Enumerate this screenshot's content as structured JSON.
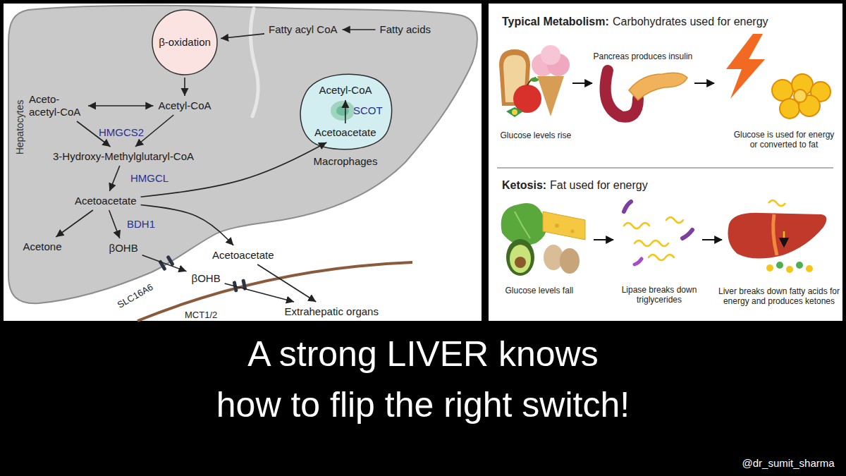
{
  "diagram": {
    "caption": "A strong LIVER knows how to flip the right switch!",
    "nodes": [
      {
        "text": [
          "Fatty acids"
        ]
      },
      {
        "text": [
          "Fatty acyl CoA"
        ]
      },
      {
        "text": [
          "β-oxidation"
        ]
      },
      {
        "text": [
          "Acetyl-CoA"
        ]
      },
      {
        "text": [
          "Aceto- acetyl-CoA"
        ]
      },
      {
        "text": [
          "3-Hydroxy-Methylglutaryl-CoA"
        ]
      },
      {
        "text": [
          "Acetoacetate"
        ]
      },
      {
        "text": [
          "Acetone"
        ]
      },
      {
        "text": [
          "βOHB"
        ]
      },
      {
        "text": [
          "βOHB"
        ]
      },
      {
        "text": [
          "Acetoacetate"
        ]
      },
      {
        "text": [
          "Extrahepatic organs"
        ]
      },
      {
        "text": [
          "Macrophages"
        ]
      },
      {
        "text": [
          "Acetyl-CoA"
        ],
        "in": 12
      },
      {
        "text": [
          "Acetoacetate"
        ],
        "in": 12
      }
    ],
    "edges": [
      {
        "from": 0,
        "to": 1,
        "arrow": "to"
      },
      {
        "from": 1,
        "to": 2,
        "arrow": "to"
      },
      {
        "from": 2,
        "to": 3,
        "arrow": "to"
      },
      {
        "from": 4,
        "to": 3,
        "arrow": "both"
      },
      {
        "from": 4,
        "to": 5,
        "label": "HMGCS2",
        "arrow": "to"
      },
      {
        "from": 3,
        "to": 5,
        "arrow": "to"
      },
      {
        "from": 5,
        "to": 6,
        "label": "HMGCL",
        "arrow": "to"
      },
      {
        "from": 6,
        "to": 7,
        "arrow": "to"
      },
      {
        "from": 6,
        "to": 8,
        "label": "BDH1",
        "arrow": "to"
      },
      {
        "from": 8,
        "to": 9,
        "label": "SLC16A6",
        "arrow": "to"
      },
      {
        "from": 9,
        "to": 11,
        "label": "MCT1/2",
        "arrow": "to"
      },
      {
        "from": 6,
        "to": 10,
        "arrow": "to"
      },
      {
        "from": 10,
        "to": 11,
        "arrow": "to"
      },
      {
        "from": 6,
        "to": 14,
        "arrow": "to"
      },
      {
        "from": 14,
        "to": 13,
        "label": "SCOT",
        "arrow": "to"
      }
    ],
    "labels": [
      "Hepatocytes",
      "Typical Metabolism:",
      "Carbohydrates used for energy",
      "Glucose levels rise",
      "Pancreas produces insulin",
      "Glucose is used for energy or converted to fat",
      "Ketosis:",
      "Fat used for energy",
      "Glucose levels fall",
      "Lipase breaks down triglycerides",
      "Liver breaks down fatty acids for energy and produces ketones",
      "@dr_sumit_sharma"
    ]
  }
}
